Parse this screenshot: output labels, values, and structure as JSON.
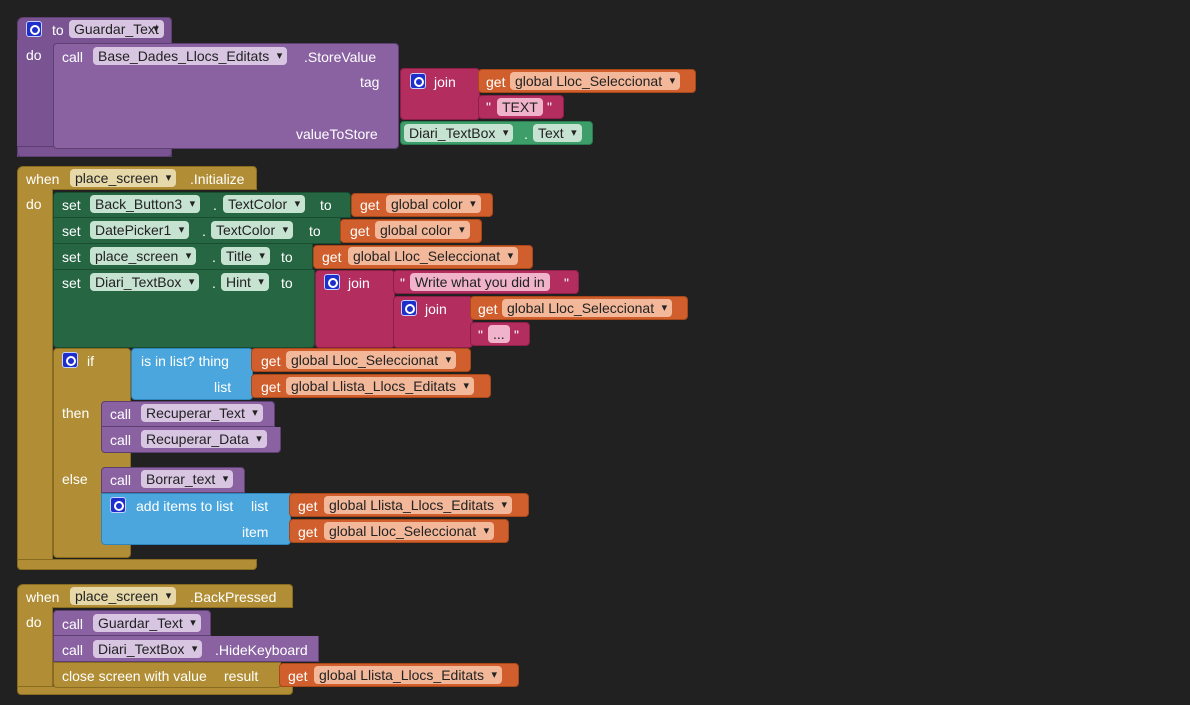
{
  "kw": {
    "to": "to",
    "do": "do",
    "call": "call",
    "when": "when",
    "set": "set",
    "get": "get",
    "join": "join",
    "if": "if",
    "then": "then",
    "else": "else",
    "dot": ".",
    "quote": "\""
  },
  "proc_guardar": {
    "name": "Guardar_Text",
    "component": "Base_Dades_Llocs_Editats",
    "method": ".StoreValue",
    "tag_label": "tag",
    "value_label": "valueToStore",
    "var": "global Lloc_Seleccionat",
    "text_literal": "TEXT",
    "textbox": "Diari_TextBox",
    "property": "Text"
  },
  "event_init": {
    "component": "place_screen",
    "event": ".Initialize",
    "set1": {
      "component": "Back_Button3",
      "property": "TextColor",
      "to": "to",
      "var": "global color"
    },
    "set2": {
      "component": "DatePicker1",
      "property": "TextColor",
      "to": "to",
      "var": "global color"
    },
    "set3": {
      "component": "place_screen",
      "property": "Title",
      "to": "to",
      "var": "global Lloc_Seleccionat"
    },
    "set4": {
      "component": "Diari_TextBox",
      "property": "Hint",
      "to": "to",
      "text1": "Write what you did in ",
      "var": "global Lloc_Seleccionat",
      "text2": "..."
    },
    "if_block": {
      "cond": "is in list? thing",
      "list_label": "list",
      "thing_var": "global Lloc_Seleccionat",
      "list_var": "global Llista_Llocs_Editats",
      "then_call1": "Recuperar_Text",
      "then_call2": "Recuperar_Data",
      "else_call": "Borrar_text",
      "add_label": "add items to list",
      "add_list_label": "list",
      "add_item_label": "item",
      "add_list_var": "global Llista_Llocs_Editats",
      "add_item_var": "global Lloc_Seleccionat"
    }
  },
  "event_back": {
    "component": "place_screen",
    "event": ".BackPressed",
    "call1": "Guardar_Text",
    "call2_component": "Diari_TextBox",
    "call2_method": ".HideKeyboard",
    "close_label": "close screen with value",
    "result_label": "result",
    "var": "global Llista_Llocs_Editats"
  }
}
